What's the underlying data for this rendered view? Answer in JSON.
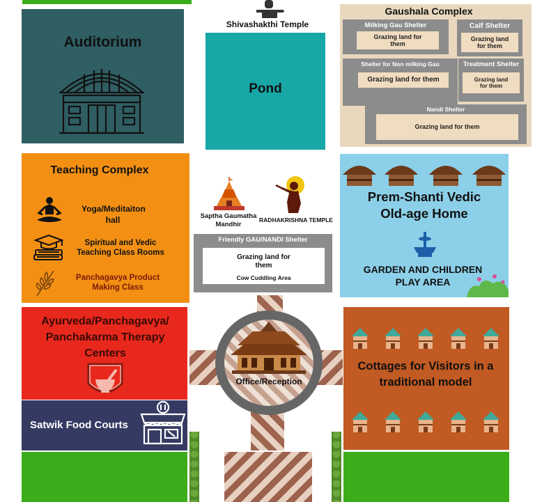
{
  "auditorium": {
    "title": "Auditorium"
  },
  "temple": {
    "title": "Shivashakthi Temple"
  },
  "pond": {
    "title": "Pond"
  },
  "gaushala": {
    "title": "Gaushala Complex",
    "milking": {
      "title": "Milking Gau Shelter",
      "inner": "Grazing land for them"
    },
    "calf": {
      "title": "Calf  Shelter",
      "inner": "Grazing land for them"
    },
    "non_milking": {
      "title": "Shelter for Non milking Gau",
      "inner": "Grazing land for them"
    },
    "treatment": {
      "title": "Treatment Shelter",
      "inner": "Grazing land for them"
    },
    "nandi": {
      "title": "Nandi Shelter",
      "inner": "Grazing land for them"
    }
  },
  "teaching": {
    "title": "Teaching Complex",
    "yoga": "Yoga/Meditaiton hall",
    "spiritual": "Spiritual and Vedic Teaching Class Rooms",
    "panchagavya": "Panchagavya Product Making Class"
  },
  "mandhir": {
    "label": "Saptha Gaumatha Mandhir"
  },
  "radhakrishna": {
    "label": "RADHAKRISHNA TEMPLE"
  },
  "friendly": {
    "title": "Friendly GAU/NANDI Shelter",
    "inner": "Grazing land for them",
    "sub": "Cow Cuddling Area"
  },
  "oldage": {
    "title": "Prem-Shanti Vedic Old-age Home",
    "garden": "GARDEN AND CHILDREN PLAY AREA"
  },
  "ayurveda": {
    "title": "Ayurveda/Panchagavya/ Panchakarma Therapy Centers"
  },
  "office": {
    "label": "Office/Reception"
  },
  "cottages": {
    "title": "Cottages for Visitors in a traditional model"
  },
  "food": {
    "title": "Satwik Food Courts"
  },
  "colors": {
    "teal_dark": "#2f5e63",
    "pond": "#17a7a6",
    "orange": "#f39014",
    "red": "#e8281c",
    "rust": "#c15a23",
    "navy": "#353a62",
    "sky": "#8ccfe8",
    "tan": "#e9d8be",
    "green": "#3bad1b"
  }
}
